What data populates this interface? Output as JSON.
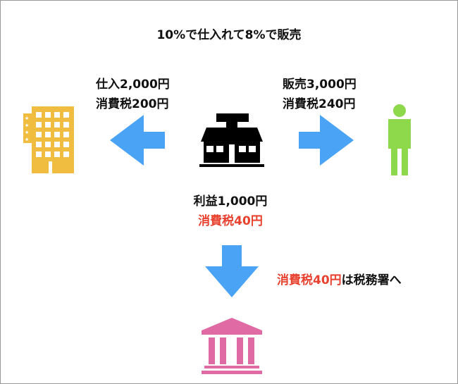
{
  "title": "10%で仕入れて8%で販売",
  "left": {
    "line1": "仕入2,000円",
    "line2": "消費税200円"
  },
  "right": {
    "line1": "販売3,000円",
    "line2": "消費税240円"
  },
  "center": {
    "line1": "利益1,000円",
    "line2": "消費税40円"
  },
  "note": {
    "red": "消費税40円",
    "rest": "は税務署へ"
  },
  "colors": {
    "arrow": "#4aa3f5",
    "hotel": "#f0bd41",
    "person": "#8ed84c",
    "bank": "#e06aa4",
    "red": "#e8412f"
  }
}
